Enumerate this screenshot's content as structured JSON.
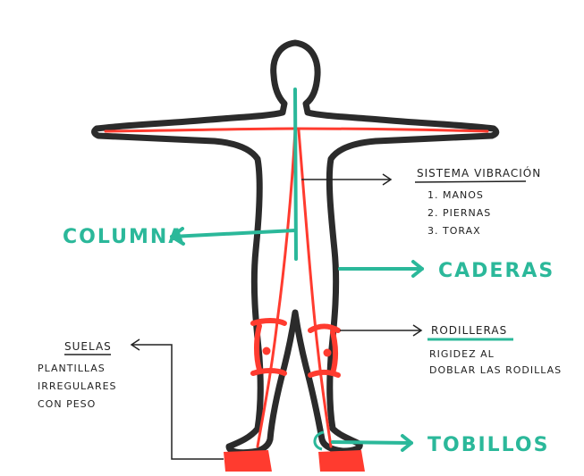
{
  "labels": {
    "columna": "COLUMNA",
    "caderas": "CADERAS",
    "tobillos": "TOBILLOS",
    "sistema_vibracion": {
      "title": "SISTEMA VIBRACIÓN",
      "items": [
        "1. MANOS",
        "2. PIERNAS",
        "3. TORAX"
      ]
    },
    "rodilleras": {
      "title": "RODILLERAS",
      "lines": [
        "RIGIDEZ AL",
        "DOBLAR LAS RODILLAS"
      ]
    },
    "suelas": {
      "title": "SUELAS",
      "lines": [
        "PLANTILLAS",
        "IRREGULARES",
        "CON PESO"
      ]
    }
  },
  "colors": {
    "outline": "#2b2b2b",
    "red": "#ff3b2f",
    "teal": "#2bb89a",
    "ink": "#222222"
  }
}
